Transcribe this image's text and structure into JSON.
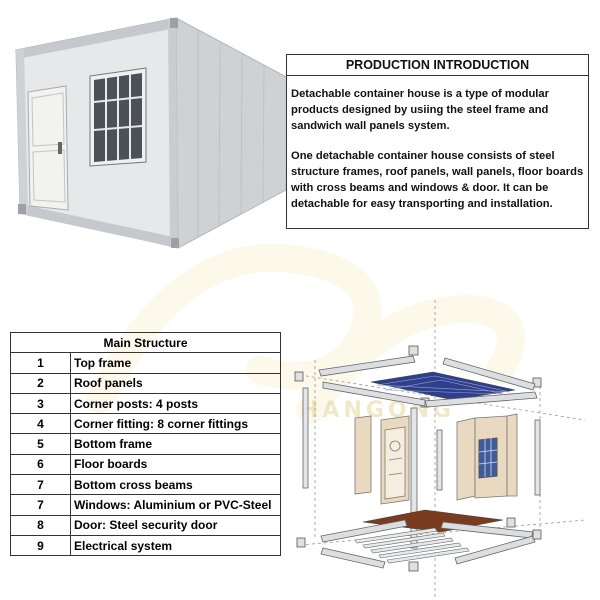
{
  "intro": {
    "title": "PRODUCTION INTRODUCTION",
    "paragraph1": "Detachable container house is a type of modular products designed by usiing the steel frame and sandwich wall panels system.",
    "paragraph2": "One detachable container house consists of steel structure frames, roof panels, wall panels, floor boards with cross beams and windows & door. It can be detachable for easy transporting and installation."
  },
  "structure_table": {
    "header": "Main Structure",
    "rows": [
      {
        "num": "1",
        "item": "Top frame"
      },
      {
        "num": "2",
        "item": "Roof panels"
      },
      {
        "num": "3",
        "item": "Corner posts: 4 posts"
      },
      {
        "num": "4",
        "item": "Corner fitting: 8 corner fittings"
      },
      {
        "num": "5",
        "item": "Bottom frame"
      },
      {
        "num": "6",
        "item": "Floor boards"
      },
      {
        "num": "7",
        "item": "Bottom cross beams"
      },
      {
        "num": "7",
        "item": "Windows: Aluminium or PVC-Steel"
      },
      {
        "num": "8",
        "item": "Door: Steel security door"
      },
      {
        "num": "9",
        "item": "Electrical system"
      }
    ]
  },
  "watermark": {
    "text": "HANGONG"
  },
  "colors": {
    "panel": "#e4e6e8",
    "frame": "#c9ccd0",
    "roof_blue": "#2f3f8c",
    "floor_brown": "#7a3b1e",
    "door_wood": "#e9d9c0",
    "watermark": "#e8c84a"
  }
}
